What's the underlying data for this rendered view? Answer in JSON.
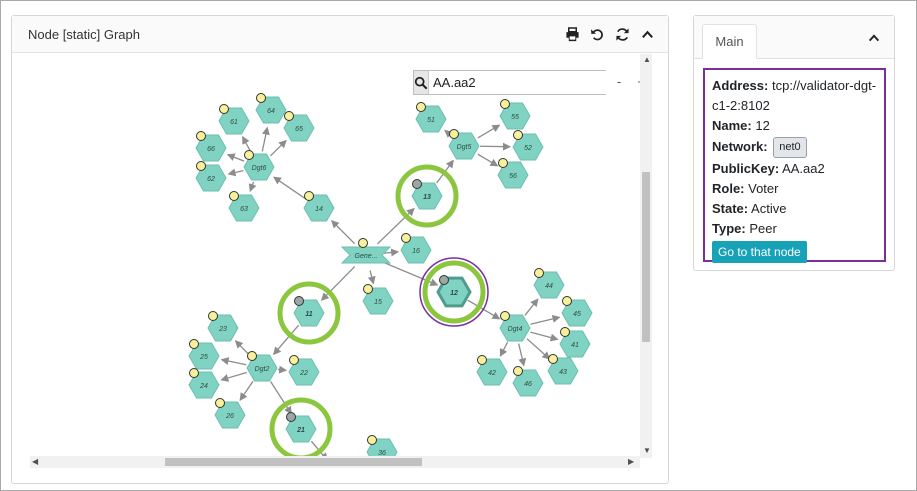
{
  "graph_panel": {
    "title": "Node [static] Graph",
    "icons": [
      "print-icon",
      "undo-icon",
      "refresh-icon",
      "chevron-up-icon"
    ],
    "search": {
      "value": "AA.aa2",
      "icon": "search-icon"
    },
    "zoom_out_label": "-",
    "zoom_in_label": "+"
  },
  "graph": {
    "colors": {
      "node_fill": "#80d3c3",
      "node_stroke": "#6bbfae",
      "ring": "#8cc63f",
      "selected_ring": "#7b2ea0",
      "dot": "#f8f19a",
      "edge": "#8c8c8c"
    },
    "nodes": [
      {
        "id": "genesis",
        "label": "Gene...",
        "shape": "bowtie",
        "dot": true
      },
      {
        "id": "dgt6",
        "label": "Dgt6",
        "dot": true
      },
      {
        "id": "n61",
        "label": "61",
        "dot": true
      },
      {
        "id": "n64",
        "label": "64",
        "dot": true
      },
      {
        "id": "n65",
        "label": "65",
        "dot": true
      },
      {
        "id": "n66",
        "label": "66",
        "dot": true
      },
      {
        "id": "n62",
        "label": "62",
        "dot": true
      },
      {
        "id": "n63",
        "label": "63",
        "dot": true
      },
      {
        "id": "n14",
        "label": "14",
        "dot": true
      },
      {
        "id": "dgt5",
        "label": "Dgt5",
        "dot": true
      },
      {
        "id": "n51",
        "label": "51",
        "dot": true
      },
      {
        "id": "n55",
        "label": "55",
        "dot": true
      },
      {
        "id": "n52",
        "label": "52",
        "dot": true
      },
      {
        "id": "n56",
        "label": "56",
        "dot": true
      },
      {
        "id": "n13",
        "label": "13",
        "dot": true,
        "ring": true
      },
      {
        "id": "n16",
        "label": "16",
        "dot": true
      },
      {
        "id": "n15",
        "label": "15",
        "dot": true
      },
      {
        "id": "n11",
        "label": "11",
        "dot": true,
        "ring": true
      },
      {
        "id": "n12",
        "label": "12",
        "dot": true,
        "ring": true,
        "selected": true
      },
      {
        "id": "dgt4",
        "label": "Dgt4",
        "dot": true
      },
      {
        "id": "n44",
        "label": "44",
        "dot": true
      },
      {
        "id": "n45",
        "label": "45",
        "dot": true
      },
      {
        "id": "n41",
        "label": "41",
        "dot": true
      },
      {
        "id": "n43",
        "label": "43",
        "dot": true
      },
      {
        "id": "n42",
        "label": "42",
        "dot": true
      },
      {
        "id": "n46",
        "label": "46",
        "dot": true
      },
      {
        "id": "dgt2",
        "label": "Dgt2",
        "dot": true
      },
      {
        "id": "n23",
        "label": "23",
        "dot": true
      },
      {
        "id": "n25",
        "label": "25",
        "dot": true
      },
      {
        "id": "n22",
        "label": "22",
        "dot": true
      },
      {
        "id": "n24",
        "label": "24",
        "dot": true
      },
      {
        "id": "n26",
        "label": "26",
        "dot": true
      },
      {
        "id": "n21",
        "label": "21",
        "dot": true,
        "ring": true
      },
      {
        "id": "n36",
        "label": "36",
        "dot": true
      },
      {
        "id": "n3x",
        "label": "",
        "dot": true
      }
    ],
    "edges": [
      [
        "dgt6",
        "n61"
      ],
      [
        "dgt6",
        "n64"
      ],
      [
        "dgt6",
        "n65"
      ],
      [
        "dgt6",
        "n66"
      ],
      [
        "dgt6",
        "n62"
      ],
      [
        "dgt6",
        "n63"
      ],
      [
        "n14",
        "dgt6"
      ],
      [
        "genesis",
        "n14"
      ],
      [
        "dgt5",
        "n51"
      ],
      [
        "dgt5",
        "n55"
      ],
      [
        "dgt5",
        "n52"
      ],
      [
        "dgt5",
        "n56"
      ],
      [
        "n13",
        "dgt5"
      ],
      [
        "genesis",
        "n13"
      ],
      [
        "genesis",
        "n16"
      ],
      [
        "genesis",
        "n15"
      ],
      [
        "genesis",
        "n11"
      ],
      [
        "genesis",
        "n12"
      ],
      [
        "n12",
        "dgt4"
      ],
      [
        "dgt4",
        "n44"
      ],
      [
        "dgt4",
        "n45"
      ],
      [
        "dgt4",
        "n41"
      ],
      [
        "dgt4",
        "n43"
      ],
      [
        "dgt4",
        "n42"
      ],
      [
        "dgt4",
        "n46"
      ],
      [
        "n11",
        "dgt2"
      ],
      [
        "dgt2",
        "n23"
      ],
      [
        "dgt2",
        "n25"
      ],
      [
        "dgt2",
        "n22"
      ],
      [
        "dgt2",
        "n24"
      ],
      [
        "dgt2",
        "n26"
      ],
      [
        "dgt2",
        "n21"
      ],
      [
        "n21",
        "n3x"
      ]
    ]
  },
  "info_panel": {
    "tab": "Main",
    "address_label": "Address:",
    "address_value": "tcp://validator-dgt-c1-2:8102",
    "name_label": "Name:",
    "name_value": "12",
    "network_label": "Network:",
    "network_value": "net0",
    "publickey_label": "PublicKey:",
    "publickey_value": "AA.aa2",
    "role_label": "Role:",
    "role_value": "Voter",
    "state_label": "State:",
    "state_value": "Active",
    "type_label": "Type:",
    "type_value": "Peer",
    "goto_label": "Go to that node"
  }
}
